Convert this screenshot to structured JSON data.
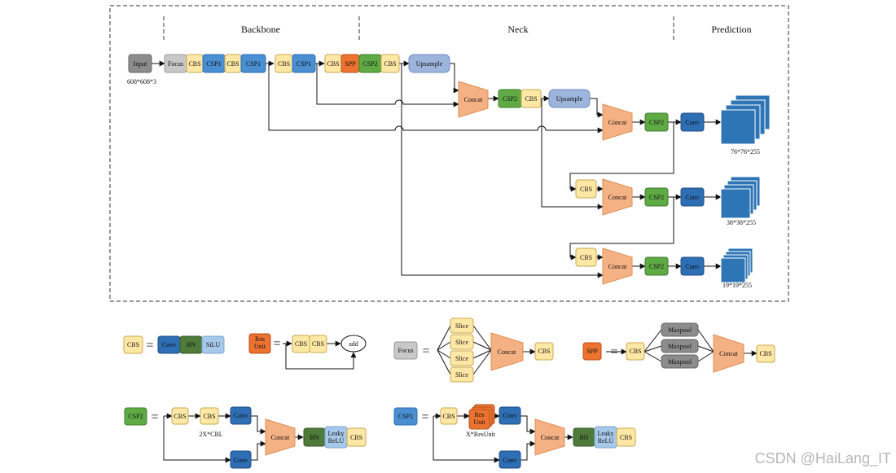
{
  "sections": {
    "backbone": "Backbone",
    "neck": "Neck",
    "prediction": "Prediction"
  },
  "labels": {
    "input": "Input",
    "focus": "Focus",
    "cbs": "CBS",
    "csp1": "CSP1",
    "csp2": "CSP2",
    "spp": "SPP",
    "upsample": "Upsample",
    "concat": "Concat",
    "conv": "Conv",
    "bn": "BN",
    "silu": "SiLU",
    "res_unit": "Res Unit",
    "add": "add",
    "slice": "Slice",
    "maxpool": "Maxpool",
    "leaky_relu": "Leaky ReLU",
    "eq": "="
  },
  "captions": {
    "input_size": "608*608*3",
    "out76": "76*76*255",
    "out38": "38*38*255",
    "out19": "19*19*255",
    "cbl_repeat": "2X*CBL",
    "resunit_repeat": "X*ResUnit"
  },
  "watermark": "CSDN @HaiLang_IT",
  "colors": {
    "cbs": "#FFE8A6",
    "csp1": "#4A8FD1",
    "csp2": "#5FAA44",
    "spp": "#EC7230",
    "conv": "#2E6EB5",
    "bn": "#4E7A3A",
    "silu": "#A7C8E9",
    "upsample": "#9DB4DC",
    "concat": "#F4B183",
    "input": "#8C8C8C",
    "focus": "#C8C8C8",
    "maxpool": "#8C8C8C",
    "output": "#2E75B6"
  }
}
